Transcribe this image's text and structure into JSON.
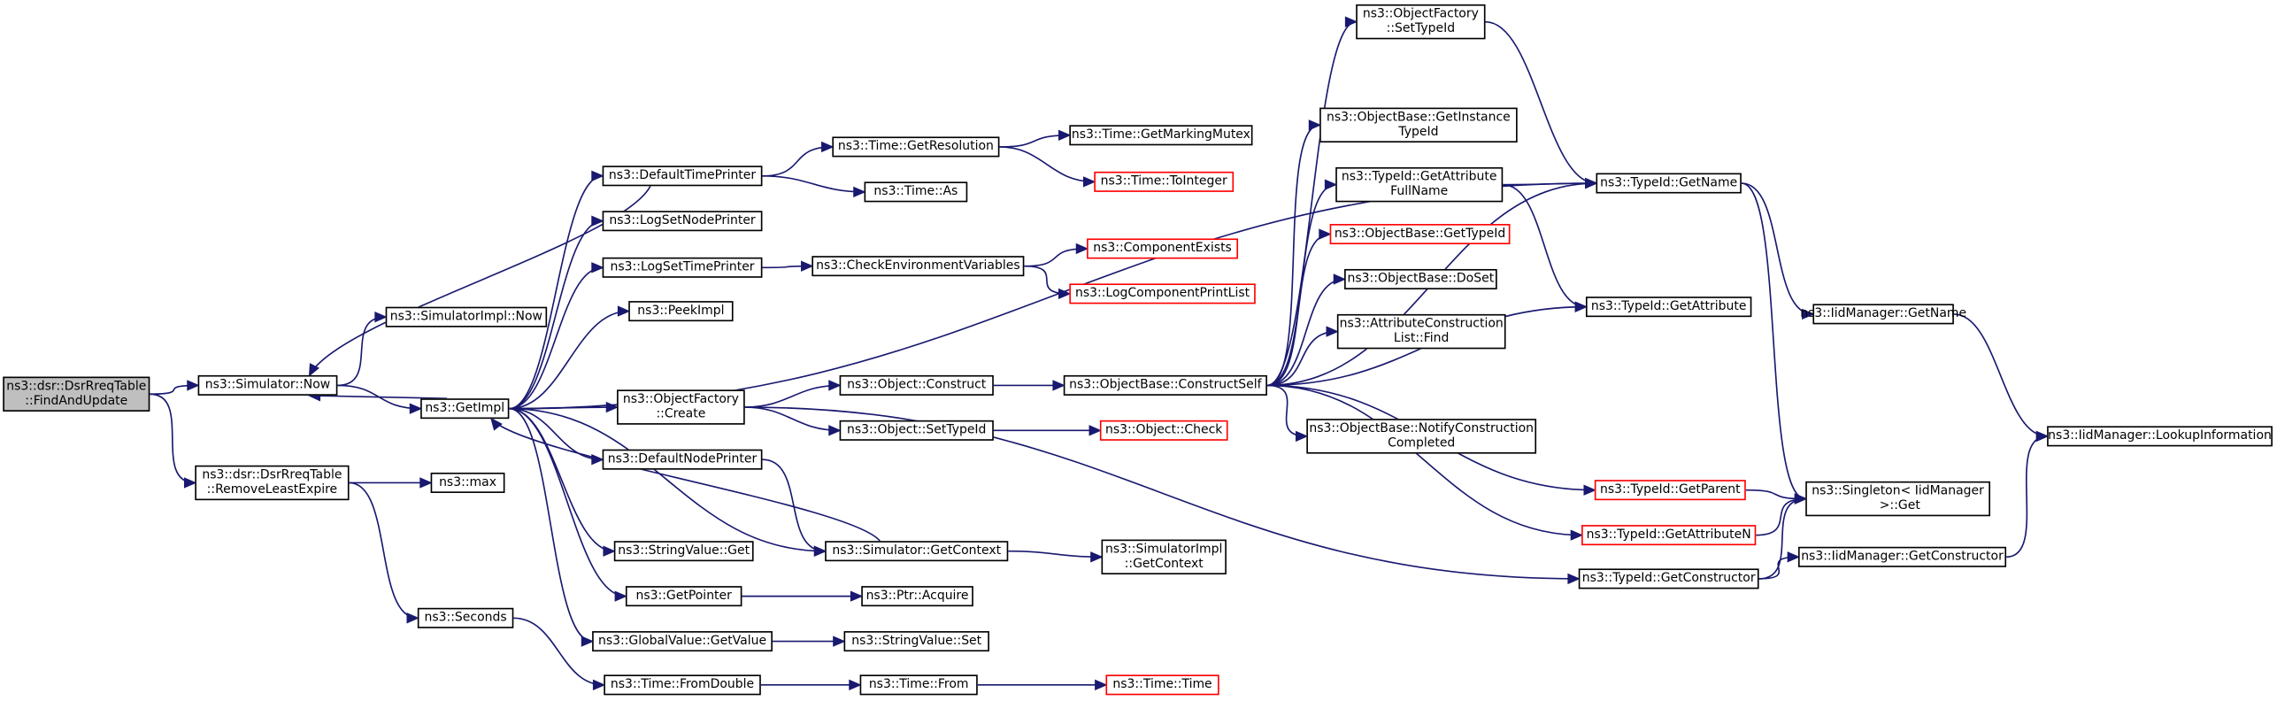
{
  "nodes": [
    {
      "id": "root",
      "label": "ns3::dsr::DsrRreqTable\n::FindAndUpdate"
    },
    {
      "id": "sim_now",
      "label": "ns3::Simulator::Now"
    },
    {
      "id": "simimpl_now",
      "label": "ns3::SimulatorImpl::Now"
    },
    {
      "id": "remove_least",
      "label": "ns3::dsr::DsrRreqTable\n::RemoveLeastExpire"
    },
    {
      "id": "max",
      "label": "ns3::max"
    },
    {
      "id": "seconds",
      "label": "ns3::Seconds"
    },
    {
      "id": "getimpl",
      "label": "ns3::GetImpl"
    },
    {
      "id": "default_time_printer",
      "label": "ns3::DefaultTimePrinter"
    },
    {
      "id": "log_set_node_printer",
      "label": "ns3::LogSetNodePrinter"
    },
    {
      "id": "log_set_time_printer",
      "label": "ns3::LogSetTimePrinter"
    },
    {
      "id": "peek_impl",
      "label": "ns3::PeekImpl"
    },
    {
      "id": "objfactory_create",
      "label": "ns3::ObjectFactory\n::Create"
    },
    {
      "id": "default_node_printer",
      "label": "ns3::DefaultNodePrinter"
    },
    {
      "id": "stringvalue_get",
      "label": "ns3::StringValue::Get"
    },
    {
      "id": "getpointer",
      "label": "ns3::GetPointer"
    },
    {
      "id": "globalvalue_getvalue",
      "label": "ns3::GlobalValue::GetValue"
    },
    {
      "id": "time_fromdouble",
      "label": "ns3::Time::FromDouble"
    },
    {
      "id": "time_getresolution",
      "label": "ns3::Time::GetResolution"
    },
    {
      "id": "time_as",
      "label": "ns3::Time::As"
    },
    {
      "id": "check_env_vars",
      "label": "ns3::CheckEnvironmentVariables"
    },
    {
      "id": "object_construct",
      "label": "ns3::Object::Construct"
    },
    {
      "id": "object_settypeid",
      "label": "ns3::Object::SetTypeId"
    },
    {
      "id": "sim_getcontext",
      "label": "ns3::Simulator::GetContext"
    },
    {
      "id": "ptr_acquire",
      "label": "ns3::Ptr::Acquire"
    },
    {
      "id": "stringvalue_set",
      "label": "ns3::StringValue::Set"
    },
    {
      "id": "time_from",
      "label": "ns3::Time::From"
    },
    {
      "id": "time_getmarkingmutex",
      "label": "ns3::Time::GetMarkingMutex"
    },
    {
      "id": "time_tointeger",
      "label": "ns3::Time::ToInteger",
      "red": true
    },
    {
      "id": "component_exists",
      "label": "ns3::ComponentExists",
      "red": true
    },
    {
      "id": "log_component_printlist",
      "label": "ns3::LogComponentPrintList",
      "red": true
    },
    {
      "id": "objectbase_constructself",
      "label": "ns3::ObjectBase::ConstructSelf"
    },
    {
      "id": "object_check",
      "label": "ns3::Object::Check",
      "red": true
    },
    {
      "id": "simimpl_getcontext",
      "label": "ns3::SimulatorImpl\n::GetContext"
    },
    {
      "id": "time_time",
      "label": "ns3::Time::Time",
      "red": true
    },
    {
      "id": "objfactory_settypeid",
      "label": "ns3::ObjectFactory\n::SetTypeId"
    },
    {
      "id": "objectbase_getinstancetypeid",
      "label": "ns3::ObjectBase::GetInstance\nTypeId"
    },
    {
      "id": "typeid_getattributefullname",
      "label": "ns3::TypeId::GetAttribute\nFullName"
    },
    {
      "id": "objectbase_gettypeid",
      "label": "ns3::ObjectBase::GetTypeId",
      "red": true
    },
    {
      "id": "objectbase_doset",
      "label": "ns3::ObjectBase::DoSet"
    },
    {
      "id": "attrconstructionlist_find",
      "label": "ns3::AttributeConstruction\nList::Find"
    },
    {
      "id": "objectbase_notifyconstructioncompleted",
      "label": "ns3::ObjectBase::NotifyConstruction\nCompleted"
    },
    {
      "id": "typeid_getparent",
      "label": "ns3::TypeId::GetParent",
      "red": true
    },
    {
      "id": "typeid_getattributen",
      "label": "ns3::TypeId::GetAttributeN",
      "red": true
    },
    {
      "id": "typeid_getconstructor",
      "label": "ns3::TypeId::GetConstructor"
    },
    {
      "id": "typeid_getname",
      "label": "ns3::TypeId::GetName"
    },
    {
      "id": "typeid_getattribute",
      "label": "ns3::TypeId::GetAttribute"
    },
    {
      "id": "iidmanager_getname",
      "label": "ns3::IidManager::GetName"
    },
    {
      "id": "singleton_get",
      "label": "ns3::Singleton< IidManager\n >::Get"
    },
    {
      "id": "iidmanager_getconstructor",
      "label": "ns3::IidManager::GetConstructor"
    },
    {
      "id": "iidmanager_lookupinformation",
      "label": "ns3::IidManager::LookupInformation"
    }
  ],
  "edges": [
    [
      "root",
      "sim_now"
    ],
    [
      "root",
      "remove_least"
    ],
    [
      "sim_now",
      "simimpl_now"
    ],
    [
      "sim_now",
      "getimpl"
    ],
    [
      "remove_least",
      "max"
    ],
    [
      "remove_least",
      "seconds"
    ],
    [
      "seconds",
      "time_fromdouble"
    ],
    [
      "getimpl",
      "default_time_printer"
    ],
    [
      "getimpl",
      "log_set_node_printer"
    ],
    [
      "getimpl",
      "log_set_time_printer"
    ],
    [
      "getimpl",
      "peek_impl"
    ],
    [
      "getimpl",
      "objfactory_create"
    ],
    [
      "getimpl",
      "default_node_printer"
    ],
    [
      "getimpl",
      "stringvalue_get"
    ],
    [
      "getimpl",
      "getpointer"
    ],
    [
      "getimpl",
      "globalvalue_getvalue"
    ],
    [
      "getimpl",
      "sim_now"
    ],
    [
      "getimpl",
      "typeid_getname"
    ],
    [
      "getimpl",
      "sim_getcontext"
    ],
    [
      "default_time_printer",
      "time_getresolution"
    ],
    [
      "default_time_printer",
      "time_as"
    ],
    [
      "default_time_printer",
      "sim_now"
    ],
    [
      "log_set_time_printer",
      "check_env_vars"
    ],
    [
      "check_env_vars",
      "component_exists"
    ],
    [
      "check_env_vars",
      "log_component_printlist"
    ],
    [
      "time_getresolution",
      "time_getmarkingmutex"
    ],
    [
      "time_getresolution",
      "time_tointeger"
    ],
    [
      "objfactory_create",
      "object_construct"
    ],
    [
      "objfactory_create",
      "object_settypeid"
    ],
    [
      "objfactory_create",
      "typeid_getconstructor"
    ],
    [
      "object_construct",
      "objectbase_constructself"
    ],
    [
      "object_settypeid",
      "object_check"
    ],
    [
      "default_node_printer",
      "sim_getcontext"
    ],
    [
      "sim_getcontext",
      "simimpl_getcontext"
    ],
    [
      "sim_getcontext",
      "getimpl"
    ],
    [
      "getpointer",
      "ptr_acquire"
    ],
    [
      "globalvalue_getvalue",
      "stringvalue_set"
    ],
    [
      "time_fromdouble",
      "time_from"
    ],
    [
      "time_from",
      "time_time"
    ],
    [
      "objectbase_constructself",
      "objfactory_settypeid"
    ],
    [
      "objectbase_constructself",
      "objectbase_getinstancetypeid"
    ],
    [
      "objectbase_constructself",
      "typeid_getattributefullname"
    ],
    [
      "objectbase_constructself",
      "objectbase_gettypeid"
    ],
    [
      "objectbase_constructself",
      "objectbase_doset"
    ],
    [
      "objectbase_constructself",
      "attrconstructionlist_find"
    ],
    [
      "objectbase_constructself",
      "objectbase_notifyconstructioncompleted"
    ],
    [
      "objectbase_constructself",
      "typeid_getparent"
    ],
    [
      "objectbase_constructself",
      "typeid_getattributen"
    ],
    [
      "objectbase_constructself",
      "typeid_getattribute"
    ],
    [
      "objectbase_constructself",
      "typeid_getname"
    ],
    [
      "objfactory_settypeid",
      "typeid_getname"
    ],
    [
      "typeid_getattributefullname",
      "typeid_getname"
    ],
    [
      "typeid_getattributefullname",
      "typeid_getattribute"
    ],
    [
      "typeid_getname",
      "iidmanager_getname"
    ],
    [
      "typeid_getname",
      "singleton_get"
    ],
    [
      "iidmanager_getname",
      "iidmanager_lookupinformation"
    ],
    [
      "typeid_getparent",
      "singleton_get"
    ],
    [
      "typeid_getattributen",
      "singleton_get"
    ],
    [
      "typeid_getconstructor",
      "iidmanager_getconstructor"
    ],
    [
      "typeid_getconstructor",
      "singleton_get"
    ],
    [
      "iidmanager_getconstructor",
      "iidmanager_lookupinformation"
    ]
  ]
}
